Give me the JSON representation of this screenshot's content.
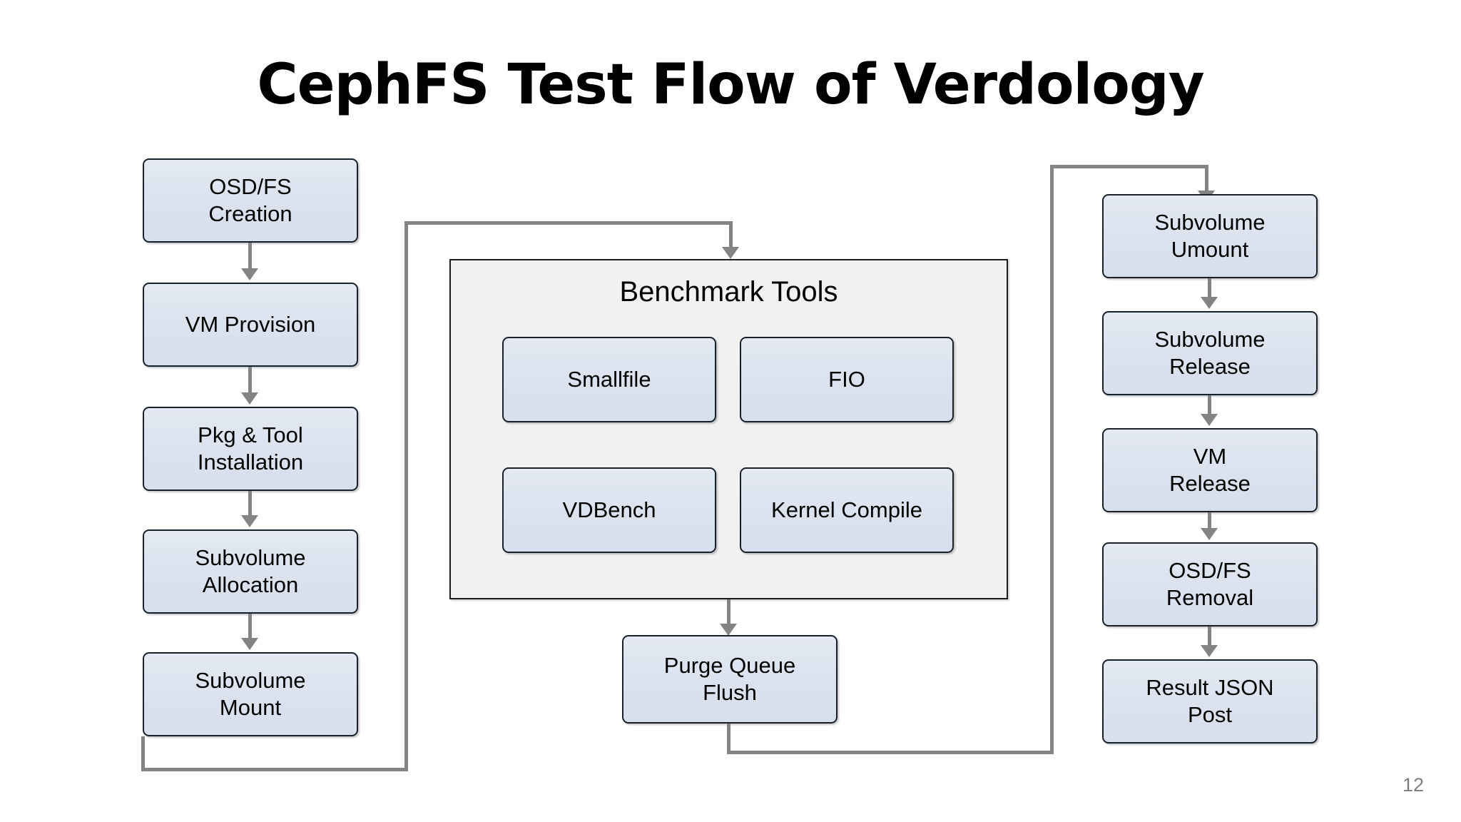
{
  "slide": {
    "title": "CephFS Test Flow of Verdology",
    "page_number": "12",
    "background_color": "#ffffff"
  },
  "theme": {
    "box_fill": "#dde3ee",
    "box_border": "#18212b",
    "panel_fill": "#f2f1f1",
    "panel_border": "#1d1d1d",
    "connector_color": "#848484",
    "title_color": "#000000",
    "page_number_color": "#7f7f7f"
  },
  "left_column": {
    "name": "setup-phase",
    "steps": [
      {
        "id": "osd-fs-creation",
        "label": "OSD/FS\nCreation"
      },
      {
        "id": "vm-provision",
        "label": "VM Provision"
      },
      {
        "id": "pkg-tool-installation",
        "label": "Pkg & Tool\nInstallation"
      },
      {
        "id": "subvolume-allocation",
        "label": "Subvolume\nAllocation"
      },
      {
        "id": "subvolume-mount",
        "label": "Subvolume\nMount"
      }
    ]
  },
  "center_column": {
    "panel": {
      "id": "benchmark-tools",
      "title": "Benchmark Tools",
      "tools": [
        {
          "id": "smallfile",
          "label": "Smallfile"
        },
        {
          "id": "fio",
          "label": "FIO"
        },
        {
          "id": "vdbench",
          "label": "VDBench"
        },
        {
          "id": "kernel-compile",
          "label": "Kernel Compile"
        }
      ]
    },
    "after_panel": [
      {
        "id": "purge-queue-flush",
        "label": "Purge Queue\nFlush"
      }
    ]
  },
  "right_column": {
    "name": "teardown-phase",
    "steps": [
      {
        "id": "subvolume-umount",
        "label": "Subvolume\nUmount"
      },
      {
        "id": "subvolume-release",
        "label": "Subvolume\nRelease"
      },
      {
        "id": "vm-release",
        "label": "VM\nRelease"
      },
      {
        "id": "osd-fs-removal",
        "label": "OSD/FS\nRemoval"
      },
      {
        "id": "result-json-post",
        "label": "Result JSON\nPost"
      }
    ]
  },
  "connectors": [
    {
      "id": "osd-fs-creation-to-vm-provision",
      "type": "straight-down"
    },
    {
      "id": "vm-provision-to-pkg-tool-installation",
      "type": "straight-down"
    },
    {
      "id": "pkg-tool-installation-to-subvolume-allocation",
      "type": "straight-down"
    },
    {
      "id": "subvolume-allocation-to-subvolume-mount",
      "type": "straight-down"
    },
    {
      "id": "subvolume-mount-to-benchmark-tools",
      "type": "routed-down-right-up-right-down"
    },
    {
      "id": "benchmark-tools-to-purge-queue-flush",
      "type": "straight-down"
    },
    {
      "id": "purge-queue-flush-to-subvolume-umount",
      "type": "routed-down-right-up-right-down"
    },
    {
      "id": "subvolume-umount-to-subvolume-release",
      "type": "straight-down"
    },
    {
      "id": "subvolume-release-to-vm-release",
      "type": "straight-down"
    },
    {
      "id": "vm-release-to-osd-fs-removal",
      "type": "straight-down"
    },
    {
      "id": "osd-fs-removal-to-result-json-post",
      "type": "straight-down"
    }
  ]
}
